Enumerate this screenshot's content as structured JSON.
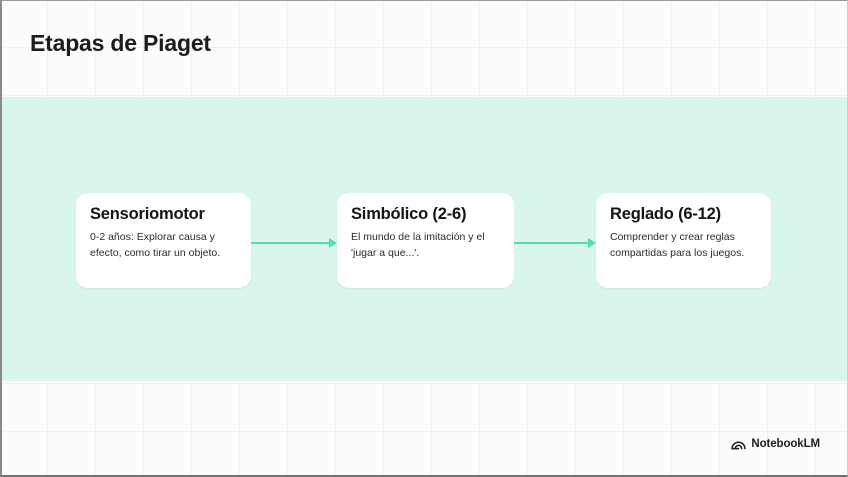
{
  "slide": {
    "title": "Etapas de Piaget",
    "band_color": "#d8f6ec",
    "accent_color": "#4fe0ac",
    "background_color": "#fcfcfc"
  },
  "flow": {
    "cards": [
      {
        "title": "Sensoriomotor",
        "body": "0-2 años: Explorar causa y efecto, como tirar un objeto."
      },
      {
        "title": "Simbólico (2-6)",
        "body": "El mundo de la imitación y el 'jugar a que...'."
      },
      {
        "title": "Reglado (6-12)",
        "body": "Comprender y crear reglas compartidas para los juegos."
      }
    ],
    "connectors": [
      {
        "icon": "arrow-right-icon"
      },
      {
        "icon": "arrow-right-icon"
      }
    ]
  },
  "brand": {
    "icon": "notebooklm-logo-icon",
    "name": "NotebookLM"
  }
}
